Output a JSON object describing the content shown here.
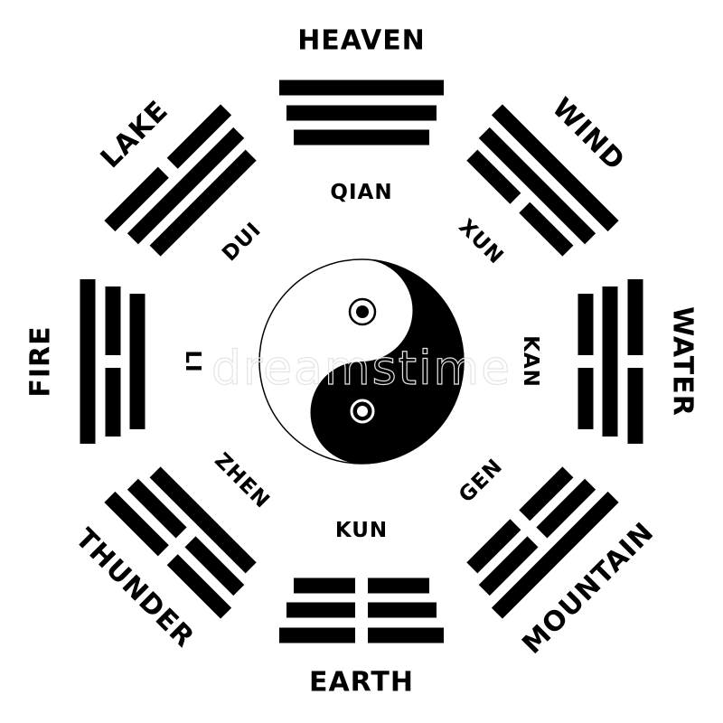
{
  "colors": {
    "ink": "#000000",
    "background": "#ffffff"
  },
  "trigrams": [
    {
      "name": "QIAN",
      "nature": "HEAVEN",
      "angle": 0,
      "lines": [
        "solid",
        "solid",
        "solid"
      ]
    },
    {
      "name": "XUN",
      "nature": "WIND",
      "angle": 45,
      "lines": [
        "solid",
        "solid",
        "broken"
      ]
    },
    {
      "name": "KAN",
      "nature": "WATER",
      "angle": 90,
      "lines": [
        "broken",
        "solid",
        "broken"
      ]
    },
    {
      "name": "GEN",
      "nature": "MOUNTAIN",
      "angle": 135,
      "lines": [
        "solid",
        "broken",
        "broken"
      ]
    },
    {
      "name": "KUN",
      "nature": "EARTH",
      "angle": 180,
      "lines": [
        "broken",
        "broken",
        "broken"
      ]
    },
    {
      "name": "ZHEN",
      "nature": "THUNDER",
      "angle": 225,
      "lines": [
        "broken",
        "broken",
        "solid"
      ]
    },
    {
      "name": "LI",
      "nature": "FIRE",
      "angle": 270,
      "lines": [
        "solid",
        "broken",
        "solid"
      ]
    },
    {
      "name": "DUI",
      "nature": "LAKE",
      "angle": 315,
      "lines": [
        "broken",
        "solid",
        "solid"
      ]
    }
  ],
  "watermark": "dreamstime"
}
